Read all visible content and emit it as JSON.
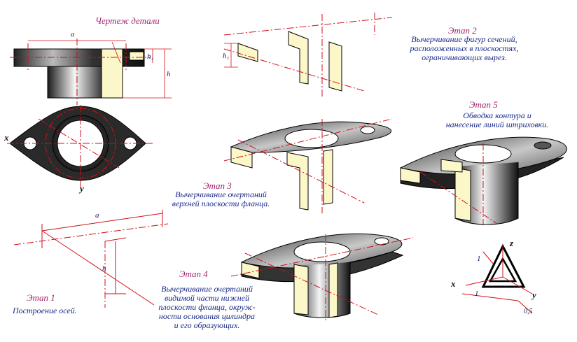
{
  "drawing_title": "Чертеж детали",
  "stage1": {
    "title": "Этап 1",
    "desc": "Построение осей."
  },
  "stage2": {
    "title": "Этап 2",
    "lines": [
      "Вычерчивание фигур сечений,",
      "расположенных в плоскостях,",
      "ограничивающих вырез."
    ]
  },
  "stage3": {
    "title": "Этап 3",
    "lines": [
      "Вычерчивание очертаний",
      "верхней плоскости фланца."
    ]
  },
  "stage4": {
    "title": "Этап 4",
    "lines": [
      "Вычерчивание очертаний",
      "видимой части нижней",
      "плоскости фланца, окруж-",
      "ности основания цилиндра",
      "и его образующих."
    ]
  },
  "stage5": {
    "title": "Этап 5",
    "lines": [
      "Обводка контура и",
      "нанесение линий штриховки."
    ]
  },
  "dims": {
    "a": "a",
    "h": "h",
    "h1": "h₁",
    "x": "x",
    "y": "y",
    "z": "z",
    "one": "1",
    "half": "0,5"
  },
  "colors": {
    "title": "#a0256e",
    "text": "#1a2a8a",
    "centerline": "#d0101a",
    "section_fill": "#fbf7c8",
    "body_dark": "#2a2a2a"
  }
}
